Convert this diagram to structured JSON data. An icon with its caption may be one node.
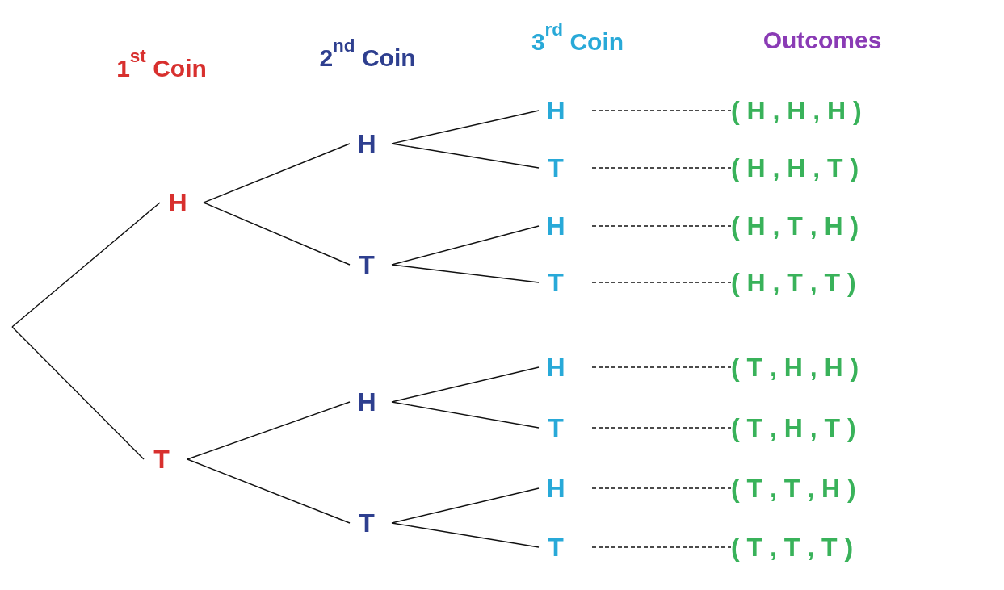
{
  "diagram": {
    "nodes": [
      {
        "text": [
          "H"
        ]
      },
      {
        "text": [
          "T"
        ]
      },
      {
        "text": [
          "H"
        ]
      },
      {
        "text": [
          "T"
        ]
      },
      {
        "text": [
          "H"
        ]
      },
      {
        "text": [
          "T"
        ]
      },
      {
        "text": [
          "H"
        ]
      },
      {
        "text": [
          "T"
        ]
      },
      {
        "text": [
          "H"
        ]
      },
      {
        "text": [
          "T"
        ]
      },
      {
        "text": [
          "H"
        ]
      },
      {
        "text": [
          "T"
        ]
      },
      {
        "text": [
          "H"
        ]
      },
      {
        "text": [
          "T"
        ]
      },
      {
        "text": [
          "( H , H , H )"
        ]
      },
      {
        "text": [
          "( H , H , T )"
        ]
      },
      {
        "text": [
          "( H , T , H )"
        ]
      },
      {
        "text": [
          "( H , T , T )"
        ]
      },
      {
        "text": [
          "( T , H , H )"
        ]
      },
      {
        "text": [
          "( T , H , T )"
        ]
      },
      {
        "text": [
          "( T , T , H )"
        ]
      },
      {
        "text": [
          "( T , T , T )"
        ]
      }
    ],
    "edges": [
      {
        "from": null,
        "to": 0,
        "arrow": "none"
      },
      {
        "from": null,
        "to": 1,
        "arrow": "none"
      },
      {
        "from": 0,
        "to": 2,
        "arrow": "none"
      },
      {
        "from": 0,
        "to": 3,
        "arrow": "none"
      },
      {
        "from": 1,
        "to": 4,
        "arrow": "none"
      },
      {
        "from": 1,
        "to": 5,
        "arrow": "none"
      },
      {
        "from": 2,
        "to": 6,
        "arrow": "none"
      },
      {
        "from": 2,
        "to": 7,
        "arrow": "none"
      },
      {
        "from": 3,
        "to": 8,
        "arrow": "none"
      },
      {
        "from": 3,
        "to": 9,
        "arrow": "none"
      },
      {
        "from": 4,
        "to": 10,
        "arrow": "none"
      },
      {
        "from": 4,
        "to": 11,
        "arrow": "none"
      },
      {
        "from": 5,
        "to": 12,
        "arrow": "none"
      },
      {
        "from": 5,
        "to": 13,
        "arrow": "none"
      },
      {
        "from": 6,
        "to": 14,
        "arrow": "none",
        "style": "dashed"
      },
      {
        "from": 7,
        "to": 15,
        "arrow": "none",
        "style": "dashed"
      },
      {
        "from": 8,
        "to": 16,
        "arrow": "none",
        "style": "dashed"
      },
      {
        "from": 9,
        "to": 17,
        "arrow": "none",
        "style": "dashed"
      },
      {
        "from": 10,
        "to": 18,
        "arrow": "none",
        "style": "dashed"
      },
      {
        "from": 11,
        "to": 19,
        "arrow": "none",
        "style": "dashed"
      },
      {
        "from": 12,
        "to": 20,
        "arrow": "none",
        "style": "dashed"
      },
      {
        "from": 13,
        "to": 21,
        "arrow": "none",
        "style": "dashed"
      }
    ],
    "labels": [
      "1$^{st}$ Coin",
      "2$^{nd}$ Coin",
      "3$^{rd}$ Coin",
      "Outcomes"
    ]
  }
}
